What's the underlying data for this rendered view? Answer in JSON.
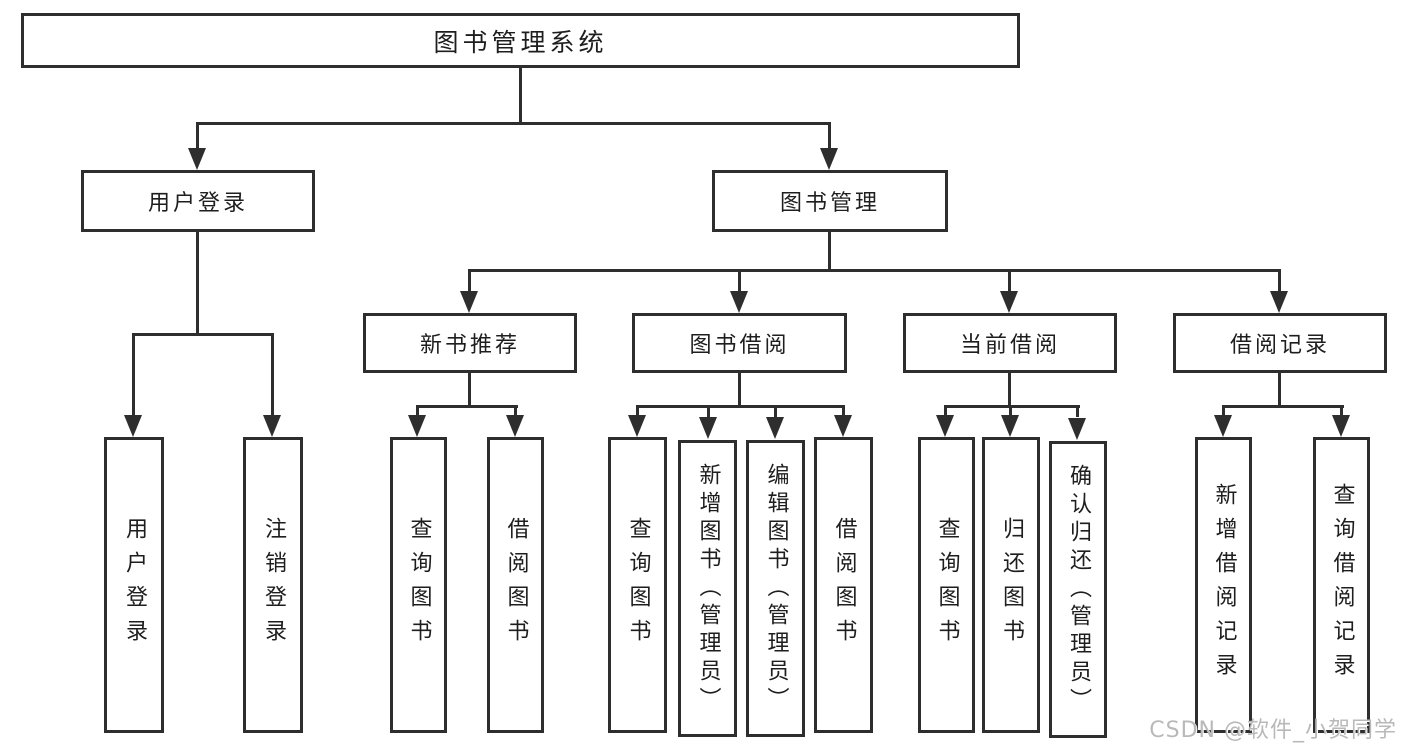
{
  "tree": {
    "root": {
      "label": "图书管理系统",
      "children": [
        {
          "label": "用户登录",
          "children": [
            {
              "label": "用户登录"
            },
            {
              "label": "注销登录"
            }
          ]
        },
        {
          "label": "图书管理",
          "children": [
            {
              "label": "新书推荐",
              "children": [
                {
                  "label": "查询图书"
                },
                {
                  "label": "借阅图书"
                }
              ]
            },
            {
              "label": "图书借阅",
              "children": [
                {
                  "label": "查询图书"
                },
                {
                  "label": "新增图书（管理员）"
                },
                {
                  "label": "编辑图书（管理员）"
                },
                {
                  "label": "借阅图书"
                }
              ]
            },
            {
              "label": "当前借阅",
              "children": [
                {
                  "label": "查询图书"
                },
                {
                  "label": "归还图书"
                },
                {
                  "label": "确认归还（管理员）"
                }
              ]
            },
            {
              "label": "借阅记录",
              "children": [
                {
                  "label": "新增借阅记录"
                },
                {
                  "label": "查询借阅记录"
                }
              ]
            }
          ]
        }
      ]
    }
  },
  "watermark": {
    "text": "CSDN @软件_小贺同学"
  },
  "colors": {
    "background": "#ffffff",
    "box_border": "#2e2e2e",
    "connector_line": "#2e2e2e",
    "text": "#1e1e1e",
    "watermark_text": "#b9b9b9"
  }
}
